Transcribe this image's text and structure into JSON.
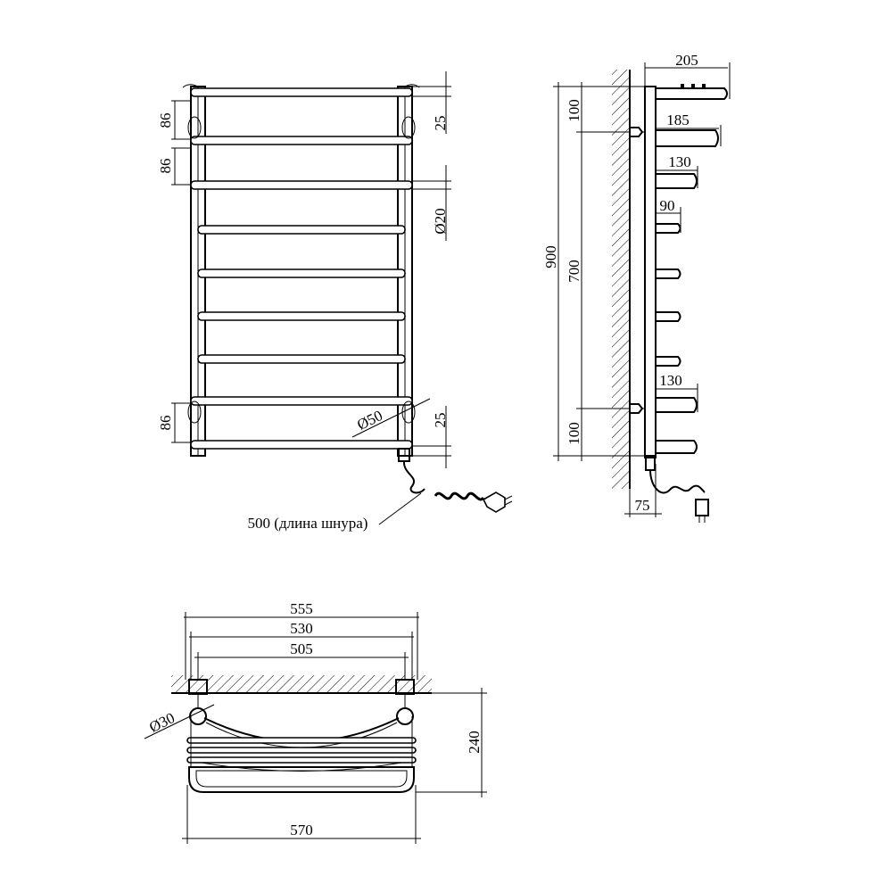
{
  "front_view": {
    "top_pitch": "86",
    "mid_pitch": "86",
    "bottom_pitch": "86",
    "top_offset": "25",
    "bottom_offset": "25",
    "tube_diameter": "Ø20",
    "mount_diameter": "Ø50",
    "cord_label": "500 (длина шнура)"
  },
  "side_view": {
    "total_height": "900",
    "mount_height": "700",
    "top_gap": "100",
    "bottom_gap": "100",
    "depth_top": "205",
    "depth_2": "185",
    "depth_3": "130",
    "depth_4": "90",
    "depth_5": "130",
    "wall_offset": "75"
  },
  "top_view": {
    "width_outer": "555",
    "width_mid": "530",
    "width_inner": "505",
    "depth": "240",
    "mount_diameter": "Ø30",
    "width_shelf": "570"
  }
}
